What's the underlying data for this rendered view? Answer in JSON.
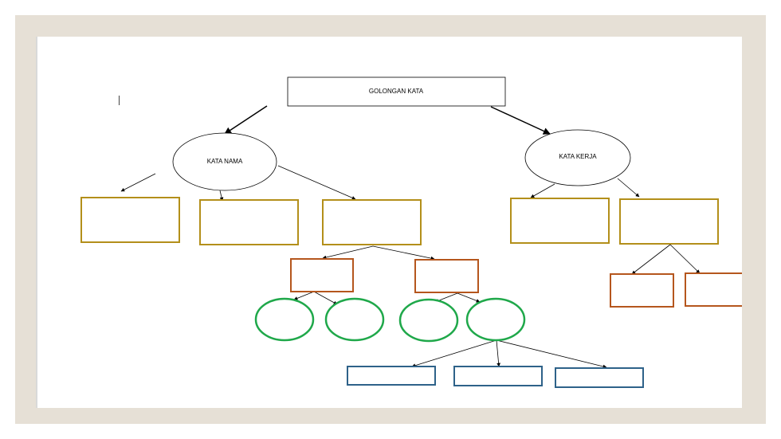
{
  "diagram": {
    "root_label": "GOLONGAN KATA",
    "left_label": "KATA NAMA",
    "right_label": "KATA KERJA"
  },
  "colors": {
    "background_frame": "#e6e0d6",
    "gold_box": "#b38f1a",
    "brown_box": "#b5561d",
    "green_circle": "#1fa84a",
    "blue_box": "#2e6289",
    "edge": "#000000"
  }
}
